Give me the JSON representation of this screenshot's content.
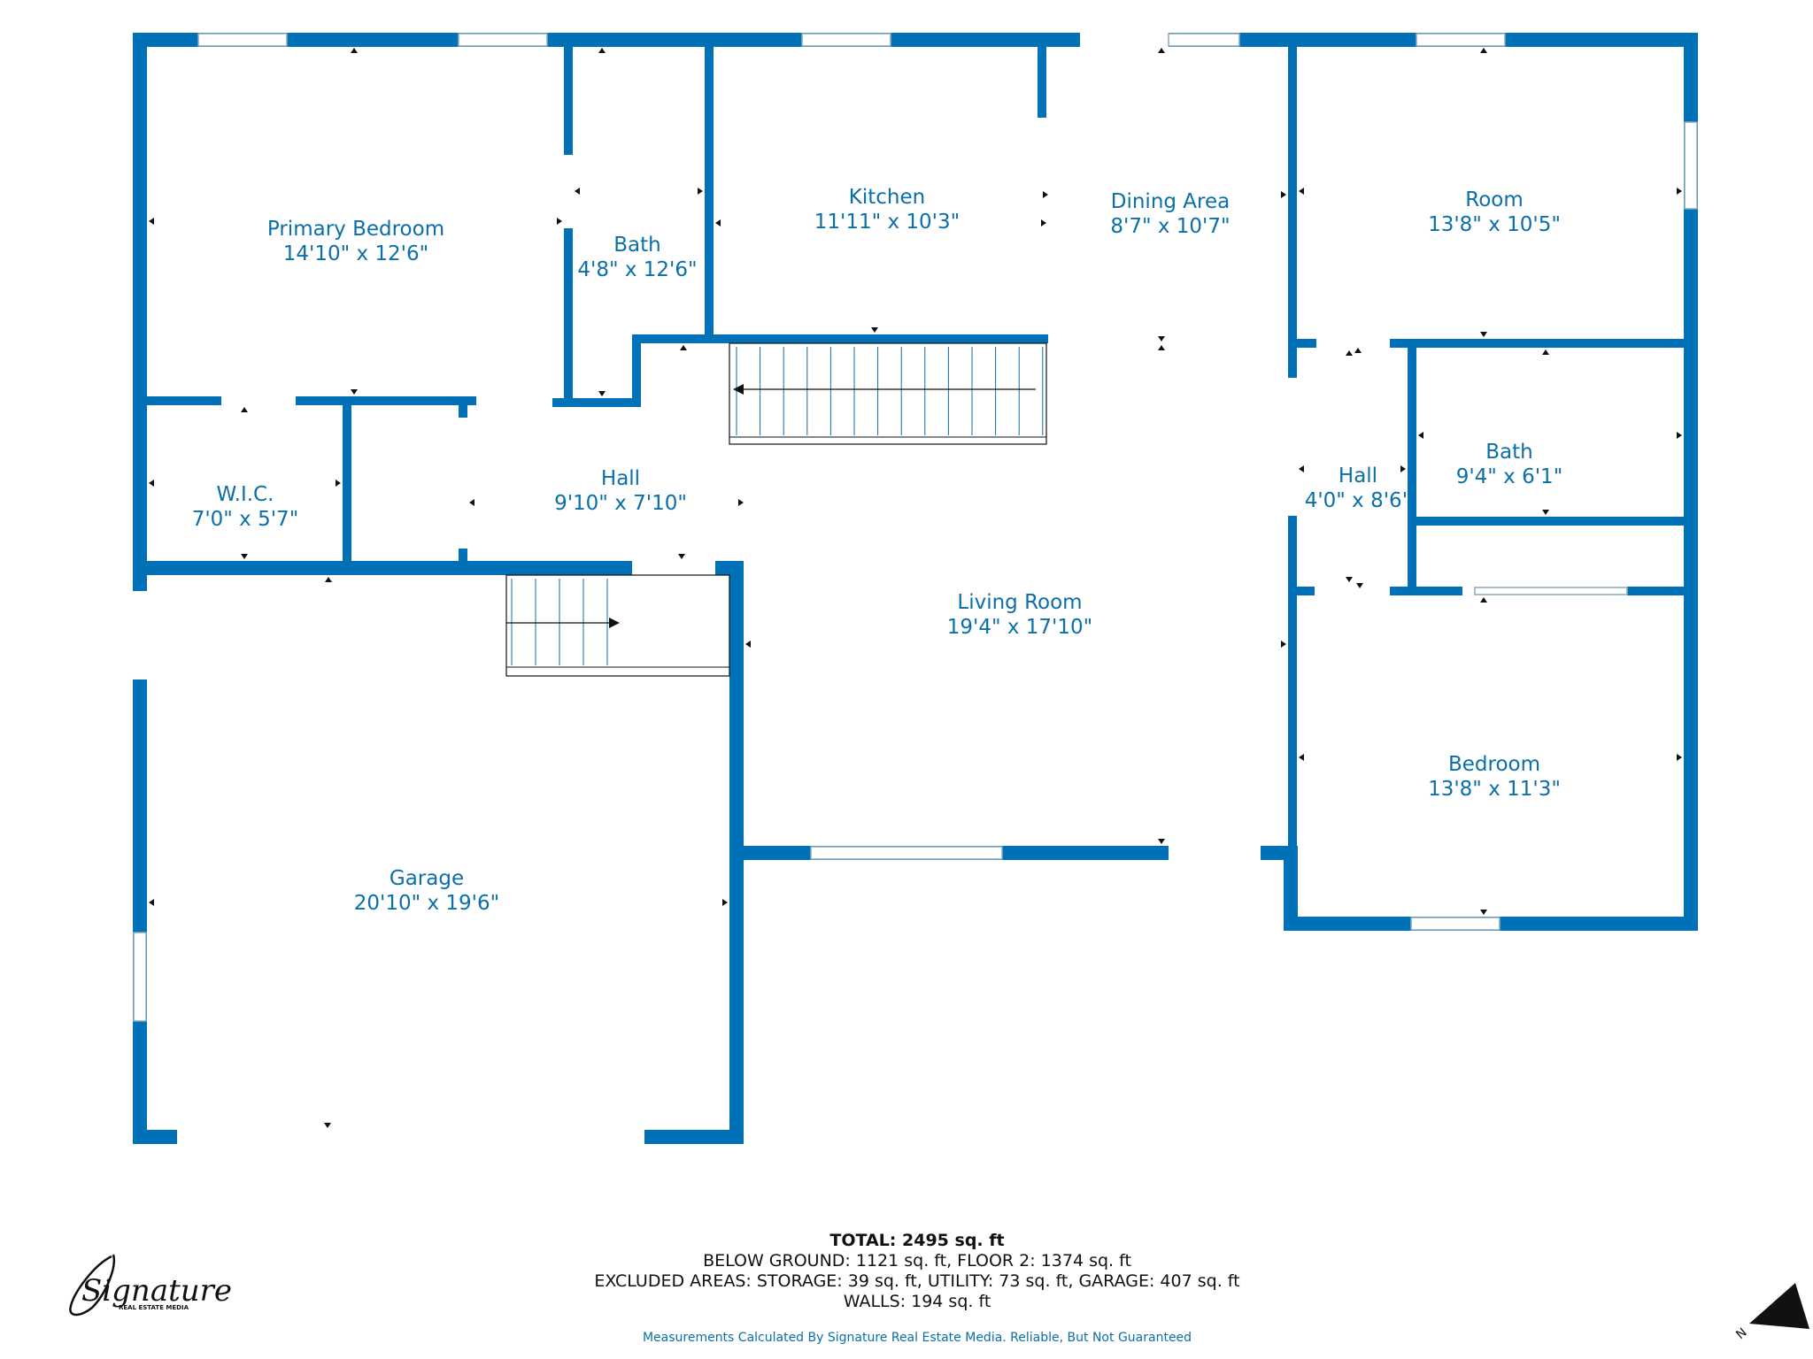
{
  "colors": {
    "wall": "#0071b6",
    "label": "#0b6fa8",
    "window_frame": "#8aa8bb",
    "stair_line": "#0b6fa8"
  },
  "rooms": {
    "primary_bedroom": {
      "name": "Primary Bedroom",
      "dims": "14'10\" x 12'6\""
    },
    "bath_1": {
      "name": "Bath",
      "dims": "4'8\" x 12'6\""
    },
    "kitchen": {
      "name": "Kitchen",
      "dims": "11'11\" x 10'3\""
    },
    "dining_area": {
      "name": "Dining Area",
      "dims": "8'7\" x 10'7\""
    },
    "room": {
      "name": "Room",
      "dims": "13'8\" x 10'5\""
    },
    "wic": {
      "name": "W.I.C.",
      "dims": "7'0\" x 5'7\""
    },
    "hall_1": {
      "name": "Hall",
      "dims": "9'10\" x 7'10\""
    },
    "hall_2": {
      "name": "Hall",
      "dims": "4'0\" x 8'6\""
    },
    "bath_2": {
      "name": "Bath",
      "dims": "9'4\" x 6'1\""
    },
    "living_room": {
      "name": "Living Room",
      "dims": "19'4\" x 17'10\""
    },
    "bedroom": {
      "name": "Bedroom",
      "dims": "13'8\" x 11'3\""
    },
    "garage": {
      "name": "Garage",
      "dims": "20'10\" x 19'6\""
    }
  },
  "summary": {
    "total": "TOTAL: 2495 sq. ft",
    "line2": "BELOW GROUND: 1121 sq. ft, FLOOR 2: 1374 sq. ft",
    "line3": "EXCLUDED AREAS: STORAGE: 39 sq. ft, UTILITY: 73 sq. ft, GARAGE: 407 sq. ft",
    "line4": "WALLS: 194 sq. ft"
  },
  "disclaimer": "Measurements Calculated By Signature Real Estate Media. Reliable, But Not Guaranteed",
  "logo": {
    "text": "Signature",
    "subtext": "REAL ESTATE MEDIA"
  },
  "compass": {
    "label": "N",
    "icon": "north-arrow-icon"
  }
}
